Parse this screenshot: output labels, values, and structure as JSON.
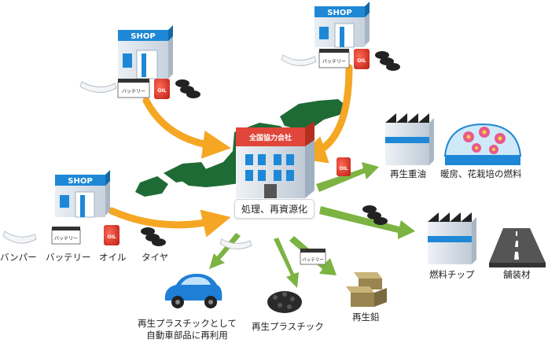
{
  "shop_sign": "SHOP",
  "company_sign": "全国協力会社",
  "process_label": "処理、再資源化",
  "battery_label": "バッテリー",
  "oil_can_label": "OIL",
  "inputs": {
    "bumper": "バンパー",
    "battery": "バッテリー",
    "oil": "オイル",
    "tire": "タイヤ"
  },
  "outputs": {
    "recycled_heavy_oil": "再生重油",
    "heating_fuel": "暖房、花栽培の燃料",
    "fuel_chip": "燃料チップ",
    "paving": "舗装材",
    "recycled_lead": "再生鉛",
    "recycled_plastic": "再生プラスチック",
    "auto_parts_line1": "再生プラスチックとして",
    "auto_parts_line2": "自動車部品に再利用"
  },
  "colors": {
    "orange_arrow": "#f5a623",
    "green_arrow": "#7cb342",
    "japan_map": "#1f6b35",
    "shop_blue": "#1e88d6",
    "company_red": "#e0463a",
    "oil_red": "#e03b2b",
    "car_blue": "#1f7fd6",
    "lead_gold": "#9a8550"
  }
}
